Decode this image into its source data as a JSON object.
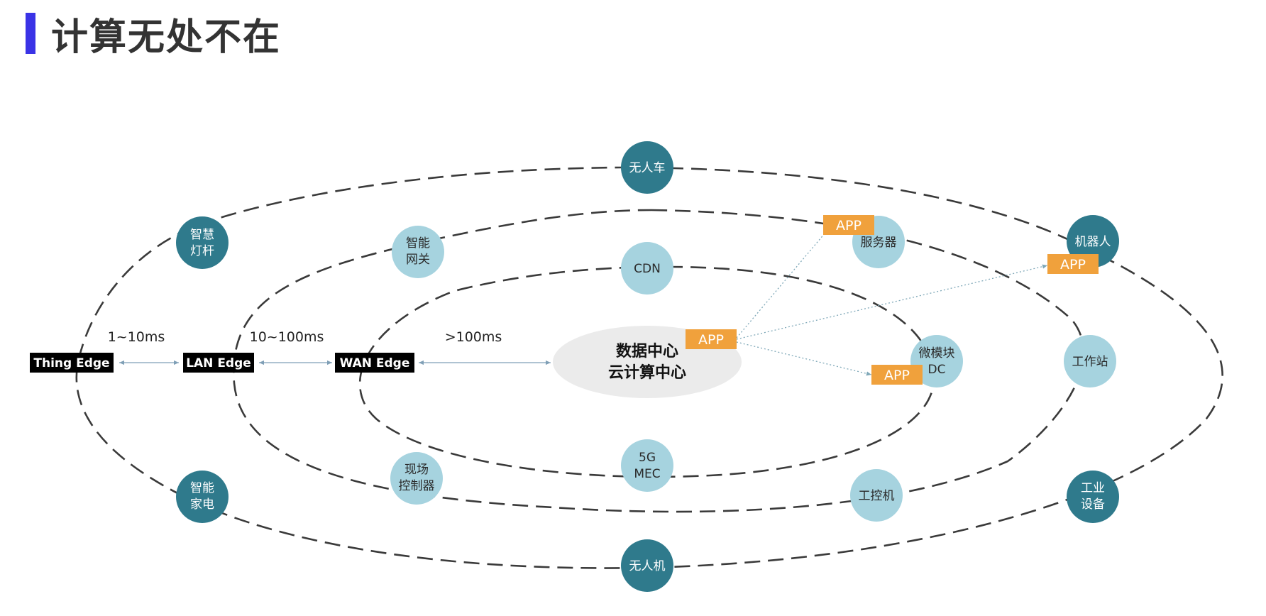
{
  "title": "计算无处不在",
  "colors": {
    "accent_bar": "#3a33e6",
    "node_dark": "#2f7a8c",
    "node_light": "#a6d3df",
    "app_box": "#f0a13c",
    "center_ellipse": "#ebebeb"
  },
  "edges": {
    "thing": "Thing Edge",
    "lan": "LAN Edge",
    "wan": "WAN Edge"
  },
  "latency": {
    "thing_lan": "1~10ms",
    "lan_wan": "10~100ms",
    "wan_center": ">100ms"
  },
  "center": {
    "line1": "数据中心",
    "line2": "云计算中心"
  },
  "app_label": "APP",
  "nodes": {
    "driverless_car": "无人车",
    "smart_pole": [
      "智慧",
      "灯杆"
    ],
    "smart_gateway": [
      "智能",
      "网关"
    ],
    "server": "服务器",
    "robot": "机器人",
    "cdn": "CDN",
    "micro_dc": [
      "微模块",
      "DC"
    ],
    "workstation": "工作站",
    "mec": [
      "5G",
      "MEC"
    ],
    "field_controller": [
      "现场",
      "控制器"
    ],
    "ipc": "工控机",
    "industrial_equipment": [
      "工业",
      "设备"
    ],
    "smart_appliance": [
      "智能",
      "家电"
    ],
    "drone": "无人机"
  }
}
